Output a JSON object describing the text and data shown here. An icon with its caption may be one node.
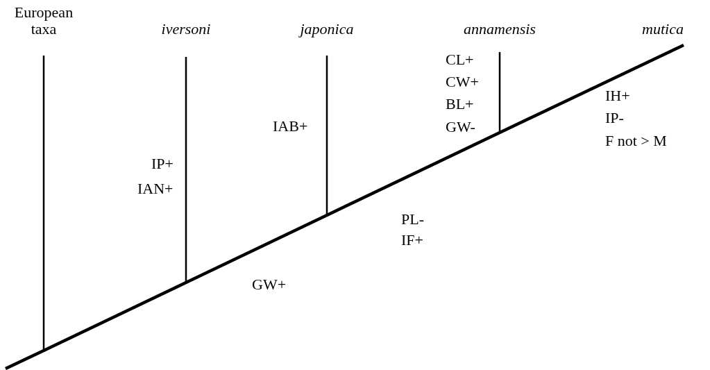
{
  "diagram": {
    "nodes": [
      {
        "text": [
          "European taxa"
        ]
      },
      {
        "text": [
          "iversoni"
        ]
      },
      {
        "text": [
          "japonica"
        ]
      },
      {
        "text": [
          "annamensis"
        ]
      },
      {
        "text": [
          "mutica"
        ]
      },
      {
        "text": [],
        "shape": "dot"
      },
      {
        "text": [],
        "shape": "dot"
      },
      {
        "text": [],
        "shape": "dot"
      },
      {
        "text": [],
        "shape": "dot"
      }
    ],
    "edges": [
      {
        "from": null,
        "to": 5,
        "arrow": "none"
      },
      {
        "from": 5,
        "to": 6,
        "arrow": "none"
      },
      {
        "from": 6,
        "to": 7,
        "arrow": "none"
      },
      {
        "from": 7,
        "to": 8,
        "arrow": "none"
      },
      {
        "from": 8,
        "to": 4,
        "arrow": "none"
      },
      {
        "from": 5,
        "to": 0,
        "arrow": "none"
      },
      {
        "from": 6,
        "to": 1,
        "arrow": "none"
      },
      {
        "from": 7,
        "to": 2,
        "arrow": "none"
      },
      {
        "from": 8,
        "to": 3,
        "arrow": "none"
      }
    ],
    "labels": [
      "CL+",
      "CW+",
      "BL+",
      "IAB+",
      "GW-",
      "IH+",
      "IP-",
      "F not > M",
      "IP+",
      "IAN+",
      "PL-",
      "IF+",
      "GW+"
    ]
  }
}
